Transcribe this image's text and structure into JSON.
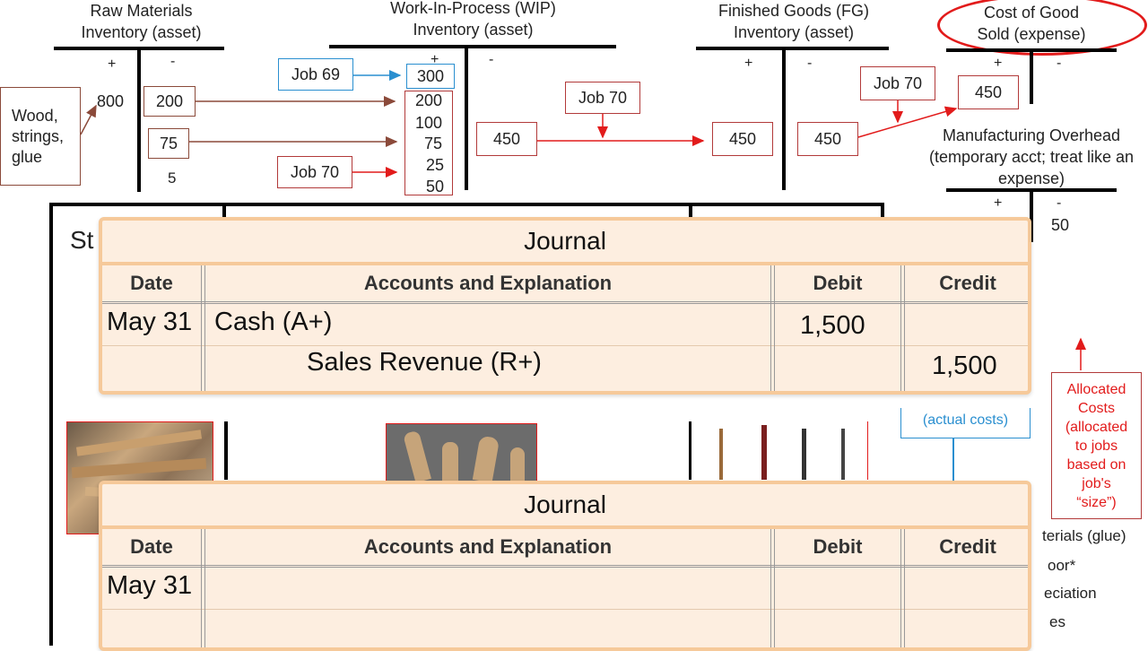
{
  "accounts": {
    "raw_materials": {
      "title": "Raw Materials\nInventory (asset)",
      "plus": "+",
      "minus": "-"
    },
    "wip": {
      "title": "Work-In-Process (WIP)\nInventory (asset)",
      "plus": "+",
      "minus": "-"
    },
    "fg": {
      "title": "Finished Goods (FG)\nInventory (asset)",
      "plus": "+",
      "minus": "-"
    },
    "cogs": {
      "title": "Cost of Good\nSold (expense)",
      "plus": "+",
      "minus": "-"
    },
    "moh": {
      "title": "Manufacturing Overhead\n(temporary acct; treat like an\nexpense)",
      "plus": "+",
      "minus": "-",
      "credit": "50"
    }
  },
  "rm": {
    "source_label": "Wood,\nstrings,\nglue",
    "debit": "800",
    "credits": [
      "200",
      "75",
      "5"
    ]
  },
  "wip": {
    "debits": [
      "300",
      "200",
      "100",
      "75",
      "25",
      "50"
    ],
    "credit": "450"
  },
  "fg": {
    "debit": "450",
    "credit": "450"
  },
  "cogs": {
    "debit": "450"
  },
  "labels": {
    "job69": "Job 69",
    "job70_wip": "Job 70",
    "job70_fg": "Job 70",
    "job70_cogs": "Job 70"
  },
  "partial": {
    "st_fragment": "St",
    "actual_costs": "(actual costs)",
    "allocated": "Allocated\nCosts\n(allocated\nto jobs\nbased on\njob's\n“size”)",
    "right_list": [
      "terials (glue)",
      "oor*",
      "eciation",
      "es"
    ]
  },
  "journal1": {
    "title": "Journal",
    "headers": {
      "date": "Date",
      "accounts": "Accounts and Explanation",
      "debit": "Debit",
      "credit": "Credit"
    },
    "rows": [
      {
        "date": "May 31",
        "account": "Cash (A+)",
        "debit": "1,500",
        "credit": ""
      },
      {
        "date": "",
        "account": "Sales Revenue (R+)",
        "debit": "",
        "credit": "1,500"
      }
    ]
  },
  "journal2": {
    "title": "Journal",
    "headers": {
      "date": "Date",
      "accounts": "Accounts and Explanation",
      "debit": "Debit",
      "credit": "Credit"
    },
    "rows": [
      {
        "date": "May 31",
        "account": "",
        "debit": "",
        "credit": ""
      },
      {
        "date": "",
        "account": "",
        "debit": "",
        "credit": ""
      }
    ]
  },
  "colors": {
    "red": "#e21b1b",
    "brown": "#8b4a3a",
    "blue": "#2a8fd0",
    "journal_bg": "#fdeee0",
    "journal_border": "#f6c99a"
  }
}
